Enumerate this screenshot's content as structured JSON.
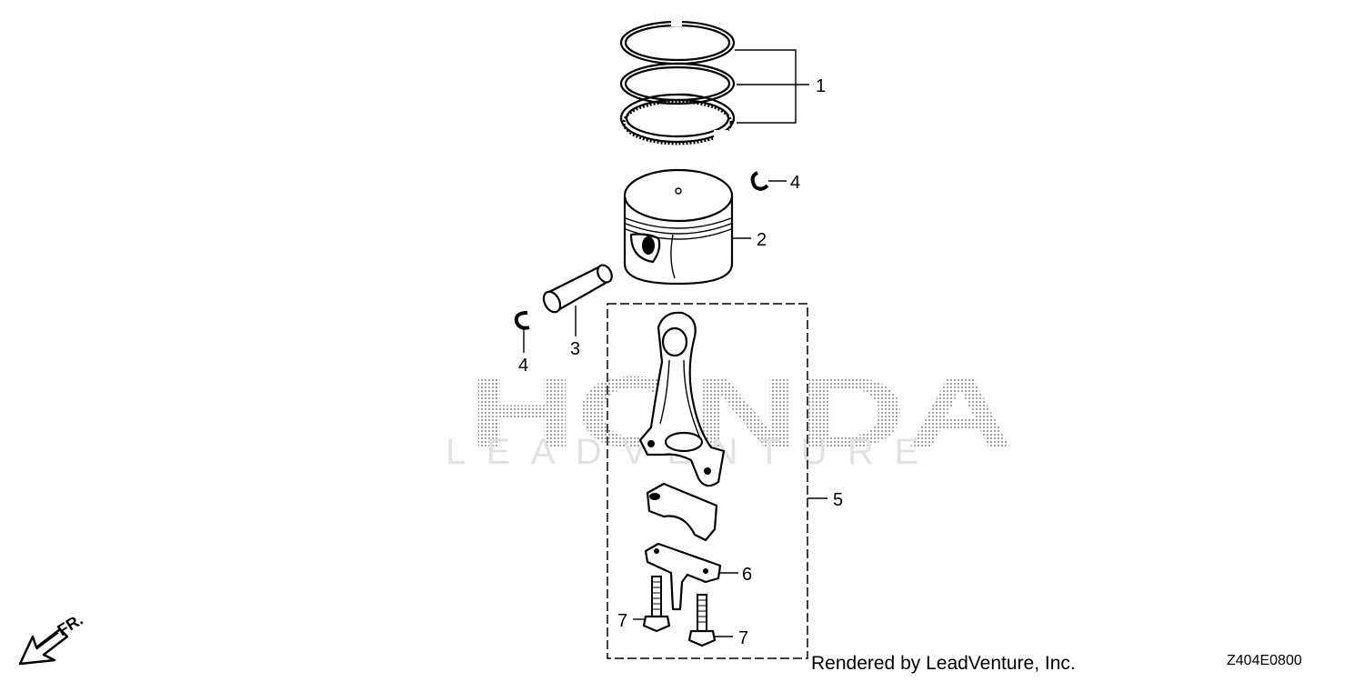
{
  "watermark": {
    "brand": "HONDA",
    "sub": "LEADVENTURE"
  },
  "callouts": [
    {
      "id": "1",
      "label": "1"
    },
    {
      "id": "2",
      "label": "2"
    },
    {
      "id": "3",
      "label": "3"
    },
    {
      "id": "4a",
      "label": "4"
    },
    {
      "id": "4b",
      "label": "4"
    },
    {
      "id": "5",
      "label": "5"
    },
    {
      "id": "6",
      "label": "6"
    },
    {
      "id": "7a",
      "label": "7"
    },
    {
      "id": "7b",
      "label": "7"
    }
  ],
  "orientation": {
    "label": "FR."
  },
  "footer": {
    "rendered_by": "Rendered by LeadVenture, Inc.",
    "drawing_code": "Z404E0800"
  }
}
